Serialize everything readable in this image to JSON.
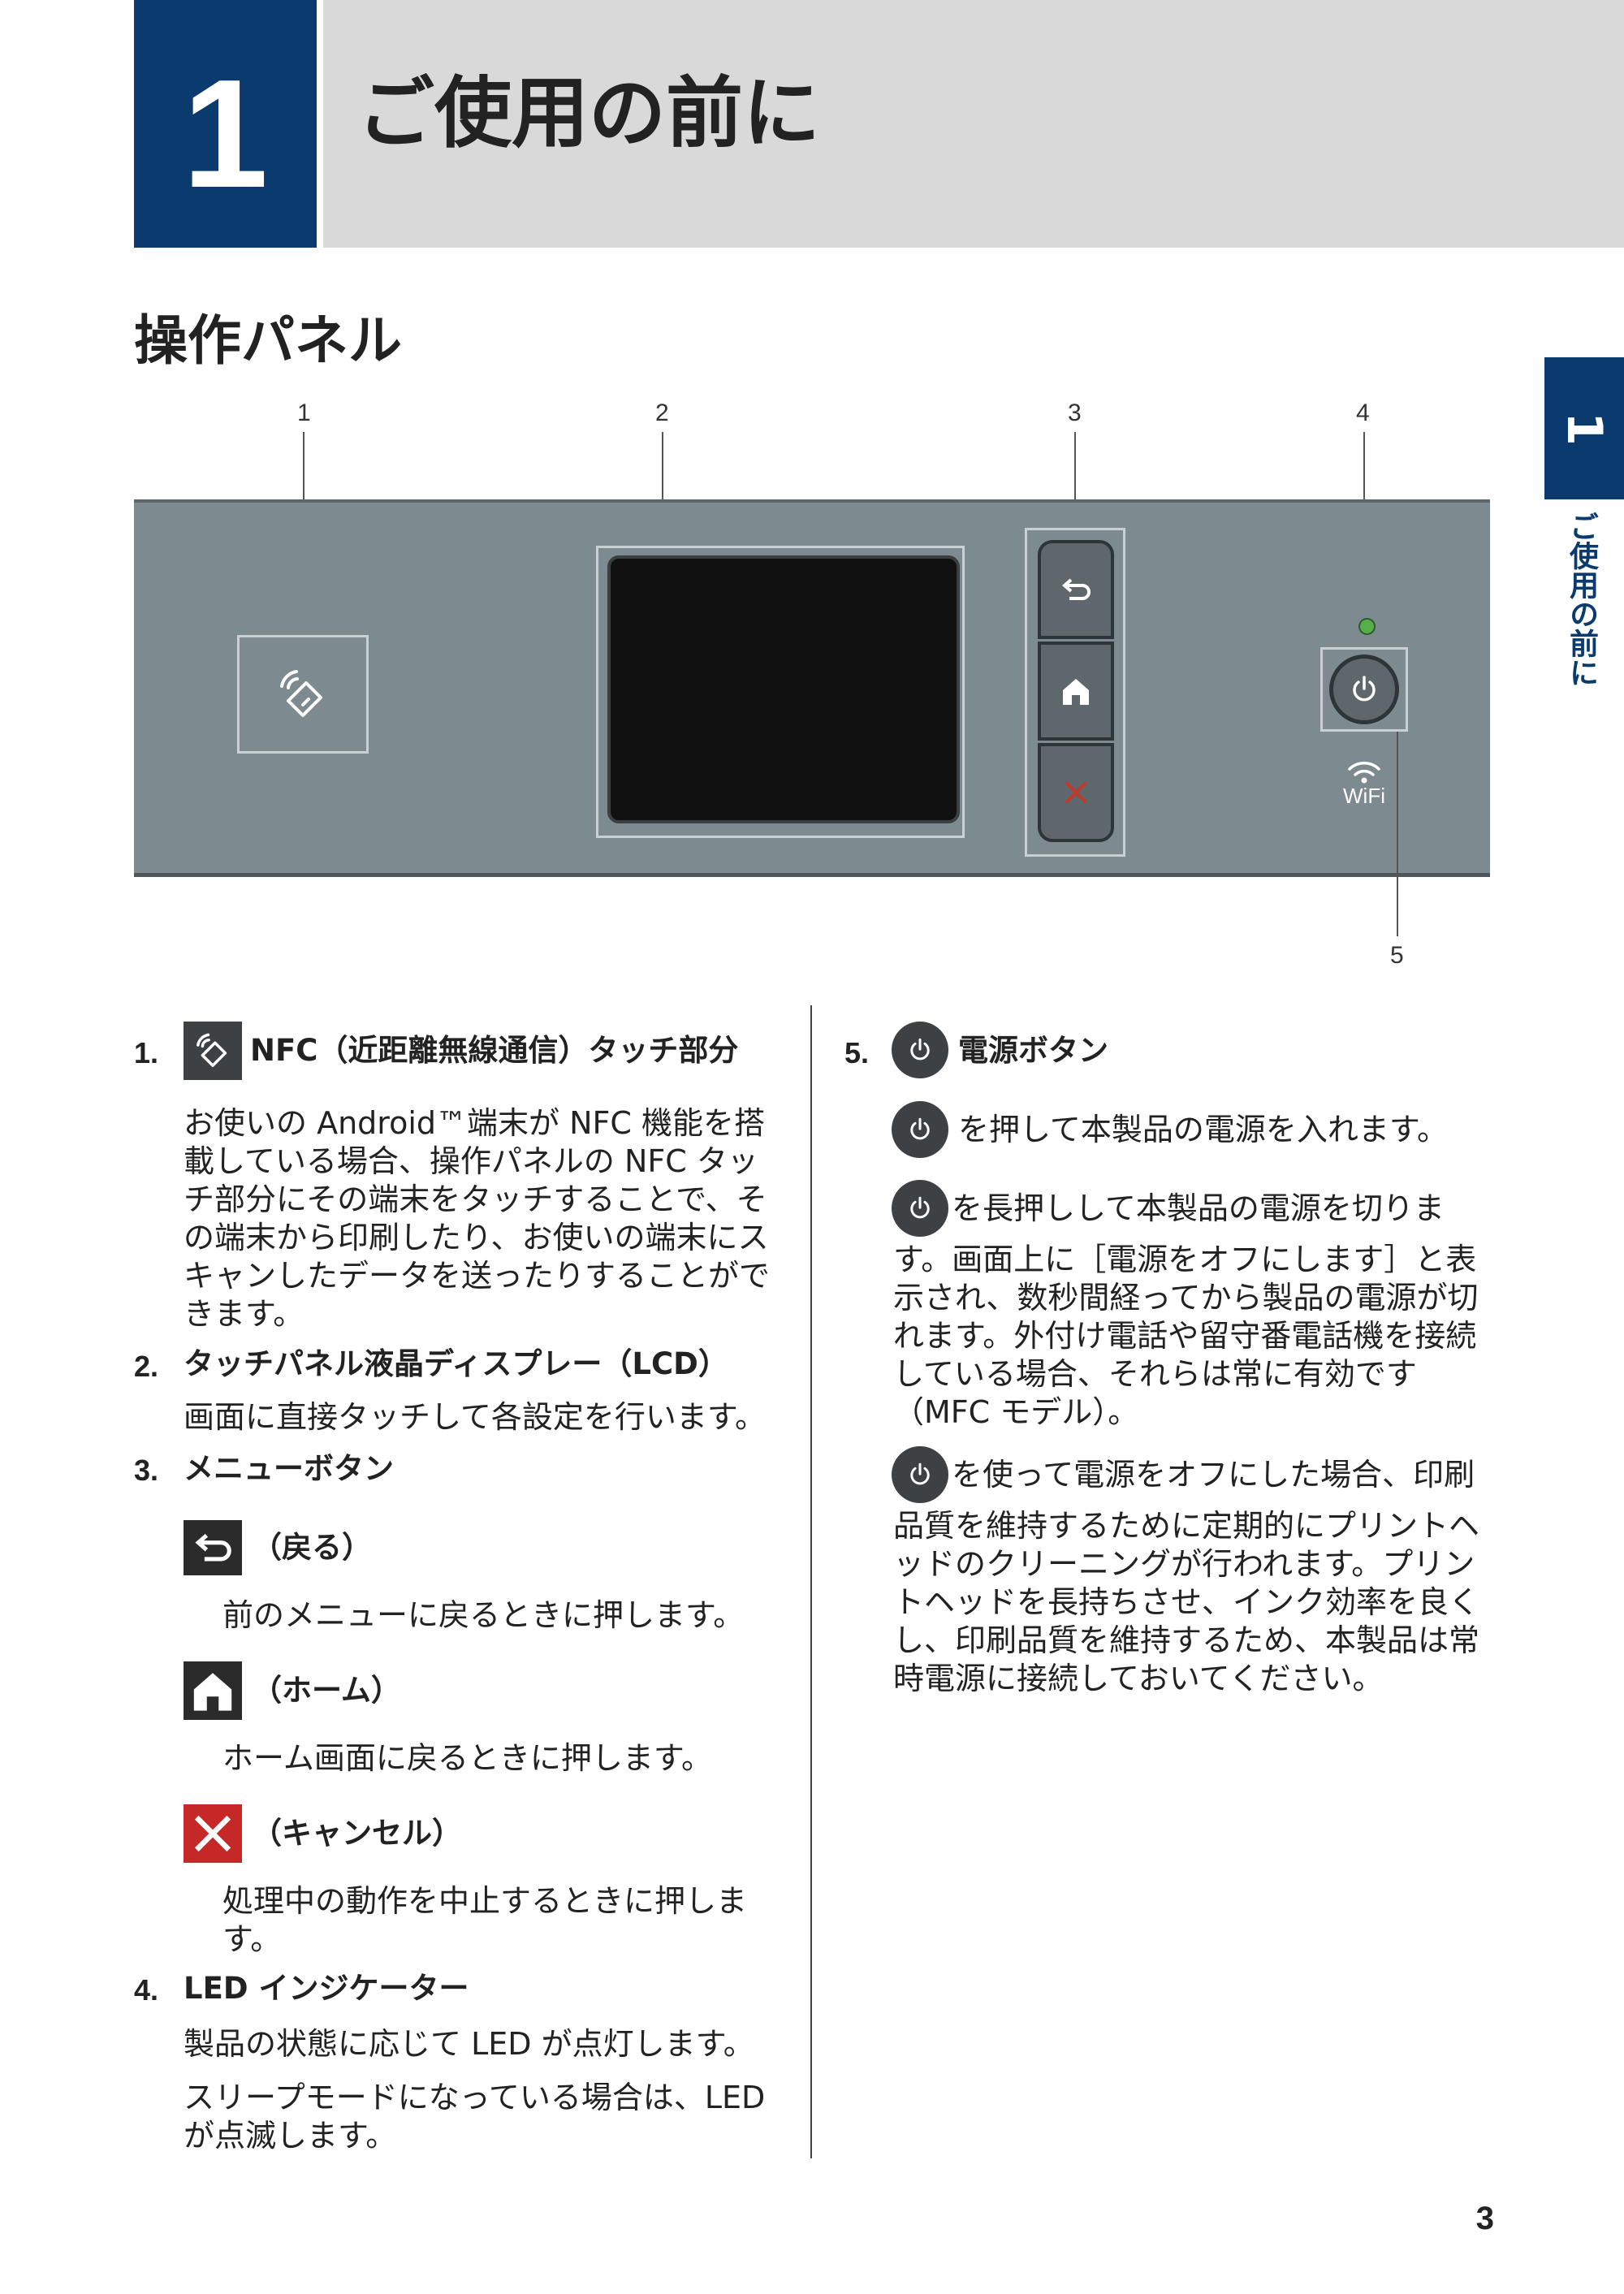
{
  "header": {
    "chapter_number": "1",
    "chapter_title": "ご使用の前に",
    "side_tab_number": "1",
    "side_tab_title": "ご使用の前に"
  },
  "section_title": "操作パネル",
  "diagram": {
    "callouts": [
      "1",
      "2",
      "3",
      "4",
      "5"
    ],
    "wifi_label": "WiFi",
    "led_color": "#55b04a",
    "panel_color": "#7d8a90",
    "cancel_color": "#c0392b"
  },
  "items": {
    "nfc": {
      "number": "1.",
      "title": "NFC（近距離無線通信）タッチ部分",
      "body": "お使いの Android™端末が NFC 機能を搭載している場合、操作パネルの NFC タッチ部分にその端末をタッチすることで、その端末から印刷したり、お使いの端末にスキャンしたデータを送ったりすることができます。"
    },
    "lcd": {
      "number": "2.",
      "title": "タッチパネル液晶ディスプレー（LCD）",
      "body": "画面に直接タッチして各設定を行います。"
    },
    "menu": {
      "number": "3.",
      "title": "メニューボタン",
      "back_label": "（戻る）",
      "back_desc": "前のメニューに戻るときに押します。",
      "home_label": "（ホーム）",
      "home_desc": "ホーム画面に戻るときに押します。",
      "cancel_label": "（キャンセル）",
      "cancel_desc": "処理中の動作を中止するときに押します。"
    },
    "led": {
      "number": "4.",
      "title": "LED インジケーター",
      "body1": "製品の状態に応じて LED が点灯します。",
      "body2": "スリープモードになっている場合は、LED が点滅します。"
    },
    "power": {
      "number": "5.",
      "title": "電源ボタン",
      "p1": "を押して本製品の電源を入れます。",
      "p2_first": "を長押しして本製品の電源を切りま",
      "p2_rest": "す。画面上に［電源をオフにします］と表示され、数秒間経ってから製品の電源が切れます。外付け電話や留守番電話機を接続している場合、それらは常に有効です（MFC モデル）。",
      "p3_first": "を使って電源をオフにした場合、印刷",
      "p3_rest": "品質を維持するために定期的にプリントヘッドのクリーニングが行われます。プリントヘッドを長持ちさせ、インク効率を良くし、印刷品質を維持するため、本製品は常時電源に接続しておいてください。"
    }
  },
  "page_number": "3"
}
